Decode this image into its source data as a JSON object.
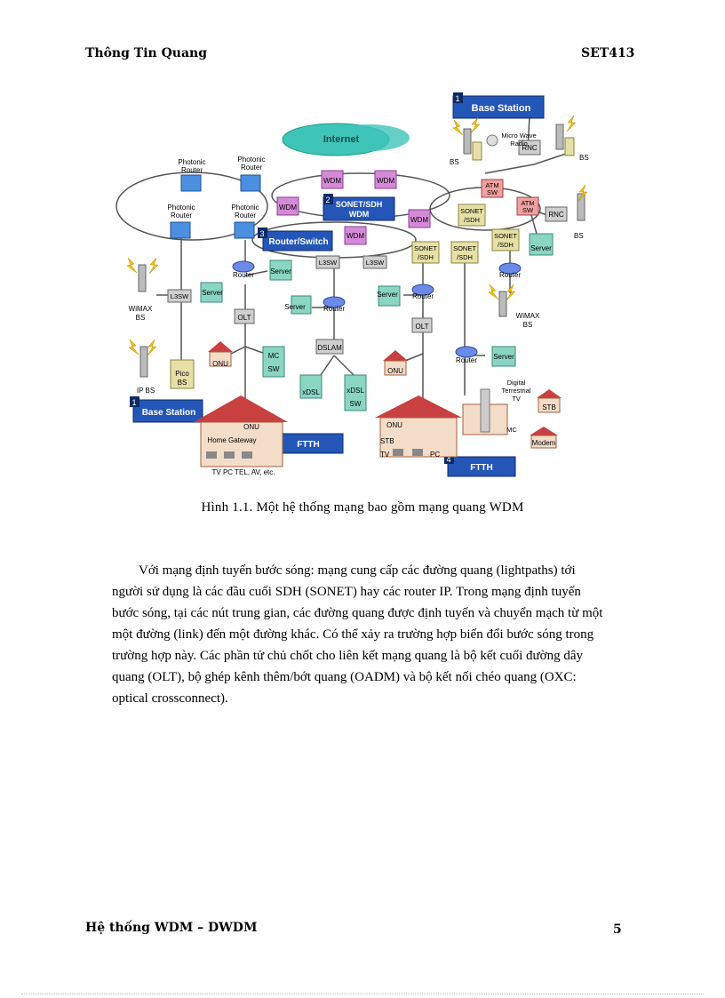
{
  "header": {
    "left": "Thông Tin Quang",
    "right": "SET413"
  },
  "footer": {
    "left": "Hệ thống WDM – DWDM",
    "page_number": "5"
  },
  "figure": {
    "caption": "Hình 1.1. Một hệ thống mạng bao gồm mạng quang WDM",
    "labels": {
      "internet": "Internet",
      "base_station": "Base Station",
      "sonet_sdh_wdm_1": "SONET/SDH",
      "sonet_sdh_wdm_2": "WDM",
      "router_switch": "Router/Switch",
      "ftth": "FTTH",
      "num_1": "1",
      "num_2": "2",
      "num_3": "3",
      "num_4": "4",
      "photonic": "Photonic",
      "router": "Router",
      "wdm": "WDM",
      "l3sw": "L3SW",
      "olt": "OLT",
      "onu": "ONU",
      "server": "Server",
      "dslam": "DSLAM",
      "xdsl": "xDSL",
      "sw": "SW",
      "mc": "MC",
      "wimax": "WiMAX",
      "bs": "BS",
      "ip_bs": "IP BS",
      "pico": "Pico",
      "atm": "ATM",
      "rnc": "RNC",
      "sonet": "SONET",
      "sdh": "/SDH",
      "micro_wave_1": "Micro Wave",
      "micro_wave_2": "Radio",
      "home_gateway": "Home Gateway",
      "tv_pc_tel": "TV   PC   TEL, AV, etc.",
      "stb": "STB",
      "tv": "TV",
      "pc": "PC",
      "modem": "Modem",
      "digital_1": "Digital",
      "digital_2": "Terrestrial",
      "digital_3": "TV"
    }
  },
  "body": {
    "lines": [
      "Với mạng định tuyến bước sóng: mạng cung cấp các đường quang (lightpaths)  tới",
      "người  sử dụng là các đầu cuối SDH (SONET) hay các router IP. Trong mạng  định tuyến",
      "bước sóng, tại các nút trung gian,  các đường quang được định  tuyến và chuyển  mạch từ một",
      "một  đường (link)  đến một  đường khác. Có thể xảy ra trường hợp biến  đổi bước sóng trong",
      "trường hợp này.  Các phần tử chủ chốt cho liên  kết mạng quang là bộ kết cuối đường dây",
      "quang (OLT), bộ ghép kênh thêm/bớt  quang  (OADM) và bộ kết nối chéo quang (OXC:",
      "optical  crossconnect)."
    ]
  }
}
